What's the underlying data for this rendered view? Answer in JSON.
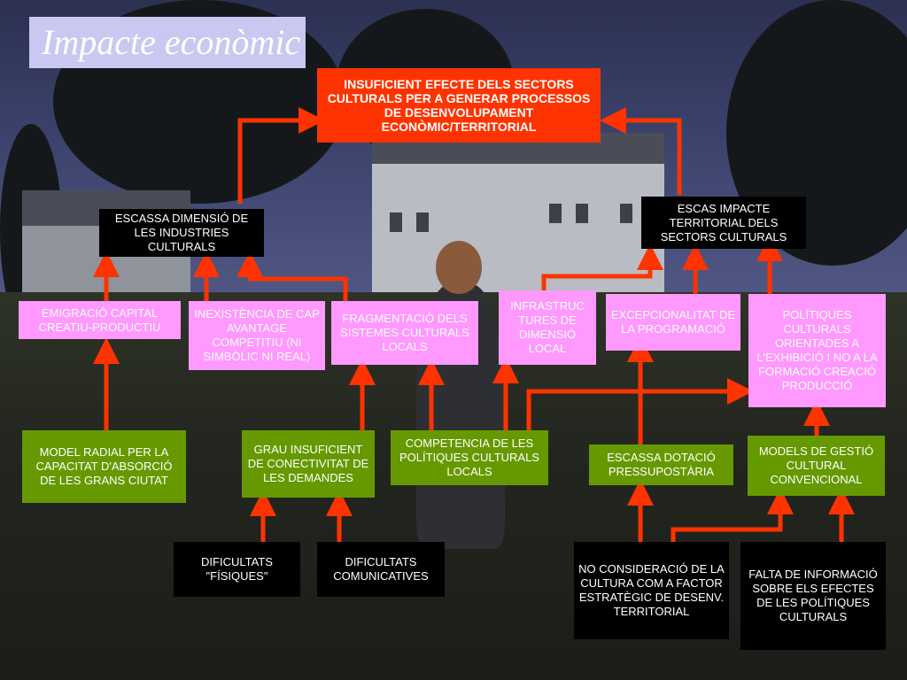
{
  "title": "Impacte econòmic",
  "colors": {
    "arrow": "#ff3300",
    "goal_box": "#ff3300",
    "dark_box": "#000000",
    "pink_box": "#ff99ff",
    "green_box": "#669900"
  },
  "nodes": {
    "goal": "INSUFICIENT EFECTE DELS SECTORS CULTURALS PER A GENERAR PROCESSOS DE DESENVOLUPAMENT ECONÒMIC/TERRITORIAL",
    "escassa_dimensio": "ESCASSA DIMENSIÓ DE LES INDUSTRIES CULTURALS",
    "escas_impacte": "ESCAS IMPACTE TERRITORIAL DELS SECTORS CULTURALS",
    "emigracio": "EMIGRACIÓ CAPITAL CREATIU-PRODUCTIU",
    "inexistencia": "INEXISTÈNCIA DE CAP AVANTAGE COMPETITIU (NI SIMBÒLIC NI REAL)",
    "fragmentacio": "FRAGMENTACIÓ DELS SISTEMES CULTURALS LOCALS",
    "infrastructures": "INFRASTRUC\nTURES DE\nDIMENSIÓ\nLOCAL",
    "excepcionalitat": "EXCEPCIONALITAT DE LA PROGRAMACIÓ",
    "politiques": "POLÍTIQUES CULTURALS ORIENTADES A L'EXHIBICIÓ I NO A LA FORMACIÓ CREACIÓ PRODUCCIÓ",
    "model_radial": "MODEL RADIAL PER LA CAPACITAT D'ABSORCIÓ DE LES GRANS CIUTAT",
    "grau": "GRAU INSUFICIENT DE CONECTIVITAT DE LES DEMANDES",
    "competencia": "COMPETENCIA DE LES POLÍTIQUES CULTURALS LOCALS",
    "escassa_dotacio": "ESCASSA DOTACIÓ PRESSUPOSTÀRIA",
    "models_gestio": "MODELS DE GESTIÓ CULTURAL CONVENCIONAL",
    "dificultats_fisiques": "DIFICULTATS \"FÍSIQUES\"",
    "dificultats_comunicatives": "DIFICULTATS COMUNICATIVES",
    "no_consideracio": "NO CONSIDERACIÓ DE LA CULTURA COM A FACTOR ESTRATÈGIC DE DESENV. TERRITORIAL",
    "falta_informacio": "FALTA DE INFORMACIÓ SOBRE ELS EFECTES DE LES POLÍTIQUES CULTURALS"
  }
}
